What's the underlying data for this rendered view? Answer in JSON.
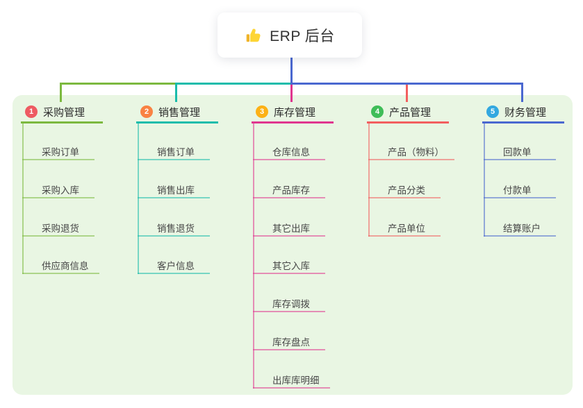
{
  "canvas": {
    "background": "#ffffff",
    "panel_color": "#e9f6e3"
  },
  "root": {
    "label": "ERP 后台",
    "icon": "thumbs-up-icon",
    "icon_colors": {
      "hand": "#fdd535",
      "cuff": "#f0b429"
    },
    "connector_color": "#4a68d0"
  },
  "branches": [
    {
      "num": "1",
      "label": "采购管理",
      "badge_color": "#ee5b62",
      "line_color": "#7cb93f",
      "children": [
        "采购订单",
        "采购入库",
        "采购退货",
        "供应商信息"
      ]
    },
    {
      "num": "2",
      "label": "销售管理",
      "badge_color": "#f98243",
      "line_color": "#19bcab",
      "children": [
        "销售订单",
        "销售出库",
        "销售退货",
        "客户信息"
      ]
    },
    {
      "num": "3",
      "label": "库存管理",
      "badge_color": "#fcb116",
      "line_color": "#e0368f",
      "children": [
        "仓库信息",
        "产品库存",
        "其它出库",
        "其它入库",
        "库存调拨",
        "库存盘点",
        "出库库明细"
      ]
    },
    {
      "num": "4",
      "label": "产品管理",
      "badge_color": "#3fbd58",
      "line_color": "#f25f5f",
      "children": [
        "产品（物料）",
        "产品分类",
        "产品单位"
      ]
    },
    {
      "num": "5",
      "label": "财务管理",
      "badge_color": "#33a8e0",
      "line_color": "#4a68d0",
      "children": [
        "回款单",
        "付款单",
        "结算账户"
      ]
    }
  ]
}
